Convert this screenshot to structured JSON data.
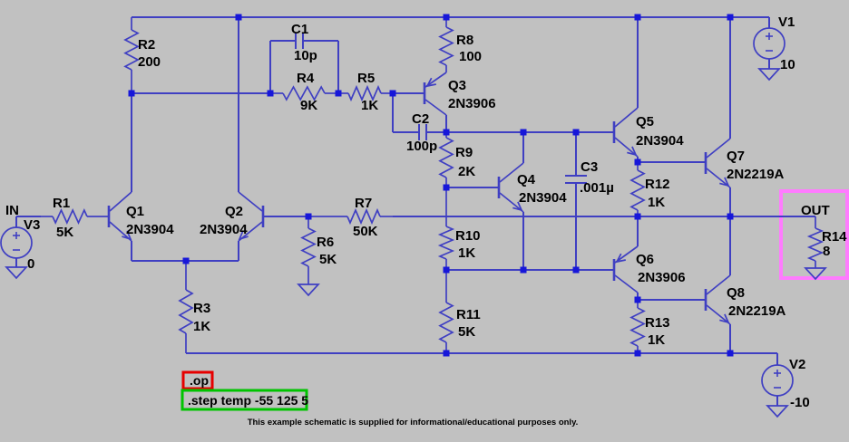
{
  "schematic": {
    "ports": {
      "in": "IN",
      "out": "OUT"
    },
    "components": {
      "R1": {
        "name": "R1",
        "value": "5K"
      },
      "R2": {
        "name": "R2",
        "value": "200"
      },
      "R3": {
        "name": "R3",
        "value": "1K"
      },
      "R4": {
        "name": "R4",
        "value": "9K"
      },
      "R5": {
        "name": "R5",
        "value": "1K"
      },
      "R6": {
        "name": "R6",
        "value": "5K"
      },
      "R7": {
        "name": "R7",
        "value": "50K"
      },
      "R8": {
        "name": "R8",
        "value": "100"
      },
      "R9": {
        "name": "R9",
        "value": "2K"
      },
      "R10": {
        "name": "R10",
        "value": "1K"
      },
      "R11": {
        "name": "R11",
        "value": "5K"
      },
      "R12": {
        "name": "R12",
        "value": "1K"
      },
      "R13": {
        "name": "R13",
        "value": "1K"
      },
      "R14": {
        "name": "R14",
        "value": "8"
      },
      "C1": {
        "name": "C1",
        "value": "10p"
      },
      "C2": {
        "name": "C2",
        "value": "100p"
      },
      "C3": {
        "name": "C3",
        "value": ".001µ"
      },
      "Q1": {
        "name": "Q1",
        "value": "2N3904"
      },
      "Q2": {
        "name": "Q2",
        "value": "2N3904"
      },
      "Q3": {
        "name": "Q3",
        "value": "2N3906"
      },
      "Q4": {
        "name": "Q4",
        "value": "2N3904"
      },
      "Q5": {
        "name": "Q5",
        "value": "2N3904"
      },
      "Q6": {
        "name": "Q6",
        "value": "2N3906"
      },
      "Q7": {
        "name": "Q7",
        "value": "2N2219A"
      },
      "Q8": {
        "name": "Q8",
        "value": "2N2219A"
      },
      "V1": {
        "name": "V1",
        "value": "10"
      },
      "V2": {
        "name": "V2",
        "value": "-10"
      },
      "V3": {
        "name": "V3",
        "value": "0"
      }
    },
    "directives": {
      "op": ".op",
      "step": ".step temp -55 125 5"
    },
    "footer": "This example schematic is supplied for informational/educational purposes only.",
    "colors": {
      "canvas": "#c1c1c1",
      "wire": "#3f3fc2",
      "junction": "#1717d9",
      "label": "#000000",
      "footer_text": "#0000cd",
      "highlight_out": "#ff7bff",
      "highlight_op": "#e60000",
      "highlight_step": "#00c400"
    }
  }
}
